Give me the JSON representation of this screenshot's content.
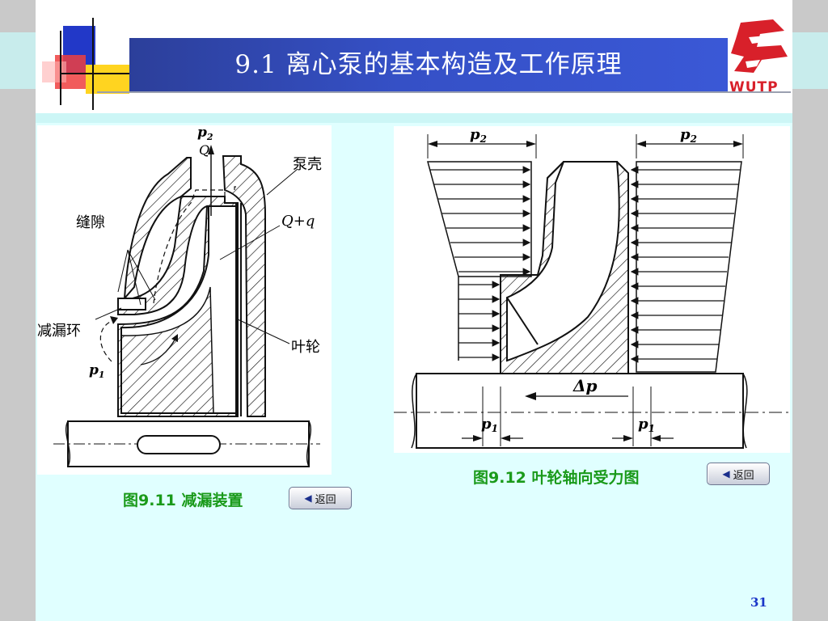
{
  "slide": {
    "title": "9.1  离心泵的基本构造及工作原理",
    "page_number": "31"
  },
  "logo": {
    "text": "WUTP"
  },
  "figure_left": {
    "labels": {
      "p2": "p",
      "p2_sub": "2",
      "q": "Q",
      "casing": "泵壳",
      "gap": "缝隙",
      "q_plus_q": "Q+q",
      "wear_ring": "减漏环",
      "impeller": "叶轮",
      "p1": "p",
      "p1_sub": "1"
    },
    "caption": "图9.11  减漏装置",
    "back_button": "返回"
  },
  "figure_right": {
    "labels": {
      "p2_left": "p",
      "p2_left_sub": "2",
      "p2_right": "p",
      "p2_right_sub": "2",
      "delta_p": "Δp",
      "p1_left": "p",
      "p1_left_sub": "1",
      "p1_right": "p",
      "p1_right_sub": "1"
    },
    "caption": "图9.12 叶轮轴向受力图",
    "back_button": "返回"
  },
  "colors": {
    "title_bar": "#3550c6",
    "content_bg": "#e0ffff",
    "caption_green": "#1a9a1a",
    "logo_red": "#d8202a",
    "page_number_blue": "#1a36c8"
  },
  "icons": [
    "back-arrow-icon",
    "wutp-logo-icon"
  ]
}
